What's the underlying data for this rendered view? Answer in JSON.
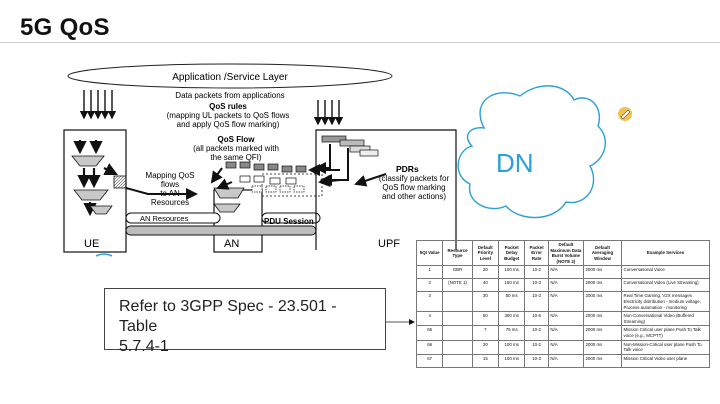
{
  "slide": {
    "title": "5G QoS"
  },
  "diagram": {
    "app_layer": "Application /Service Layer",
    "data_packets": "Data packets from applications",
    "qos_rules_title": "QoS rules",
    "qos_rules_desc1": "(mapping UL packets to QoS flows",
    "qos_rules_desc2": "and apply QoS flow marking)",
    "qos_flow_title": "QoS Flow",
    "qos_flow_desc1": "(all packets marked with",
    "qos_flow_desc2": "the same QFI)",
    "mapping1": "Mapping QoS",
    "mapping2": "flows",
    "mapping3": "to AN",
    "mapping4": "Resources",
    "an_resources": "AN Resources",
    "pdu_session": "PDU Session",
    "pdrs_title": "PDRs",
    "pdrs_desc1": "(classify packets for",
    "pdrs_desc2": "QoS flow marking",
    "pdrs_desc3": "and other actions)",
    "ue": "UE",
    "an": "AN",
    "upf": "UPF",
    "dn": "DN",
    "colors": {
      "dn_ink": "#2aa0d8",
      "ue_underline": "#2aa0d8",
      "pin": "#f2c14e"
    }
  },
  "callout": {
    "line1": "Refer to 3GPP Spec - 23.501 - Table",
    "line2": "5.7.4-1"
  },
  "table": {
    "headers": [
      "5QI Value",
      "Resource Type",
      "Default Priority Level",
      "Packet Delay Budget",
      "Packet Error Rate",
      "Default Maximum Data Burst Volume (NOTE 2)",
      "Default Averaging Window",
      "Example Services"
    ],
    "rows": [
      [
        "1",
        "GBR",
        "20",
        "100 ms",
        "10-2",
        "N/A",
        "2000 ms",
        "Conversational Voice"
      ],
      [
        "2",
        "(NOTE 1)",
        "40",
        "150 ms",
        "10-3",
        "N/A",
        "2000 ms",
        "Conversational Video (Live Streaming)"
      ],
      [
        "3",
        "",
        "30",
        "50 ms",
        "10-3",
        "N/A",
        "2000 ms",
        "Real Time Gaming, V2X messages Electricity distribution - medium voltage, Process automation - monitoring"
      ],
      [
        "4",
        "",
        "50",
        "300 ms",
        "10-6",
        "N/A",
        "2000 ms",
        "Non-Conversational Video (Buffered Streaming)"
      ],
      [
        "65",
        "",
        "7",
        "75 ms",
        "10-2",
        "N/A",
        "2000 ms",
        "Mission Critical user plane Push To Talk voice (e.g., MCPTT)"
      ],
      [
        "66",
        "",
        "20",
        "100 ms",
        "10-2",
        "N/A",
        "2000 ms",
        "Non-Mission-Critical user plane Push To Talk voice"
      ],
      [
        "67",
        "",
        "15",
        "100 ms",
        "10-3",
        "N/A",
        "2000 ms",
        "Mission Critical Video user plane"
      ]
    ]
  }
}
